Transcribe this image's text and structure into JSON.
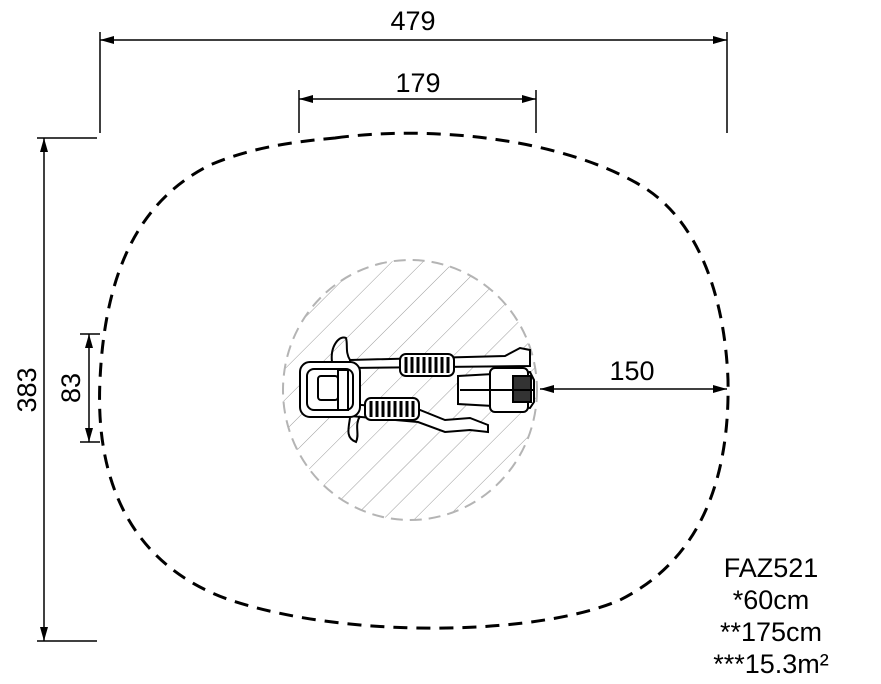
{
  "dimensions": {
    "overall_width": "479",
    "inner_width": "179",
    "overall_depth": "383",
    "equipment_width": "83",
    "clearance": "150"
  },
  "info": {
    "model": "FAZ521",
    "line1": "*60cm",
    "line2": "**175cm",
    "line3": "***15.3m²"
  }
}
